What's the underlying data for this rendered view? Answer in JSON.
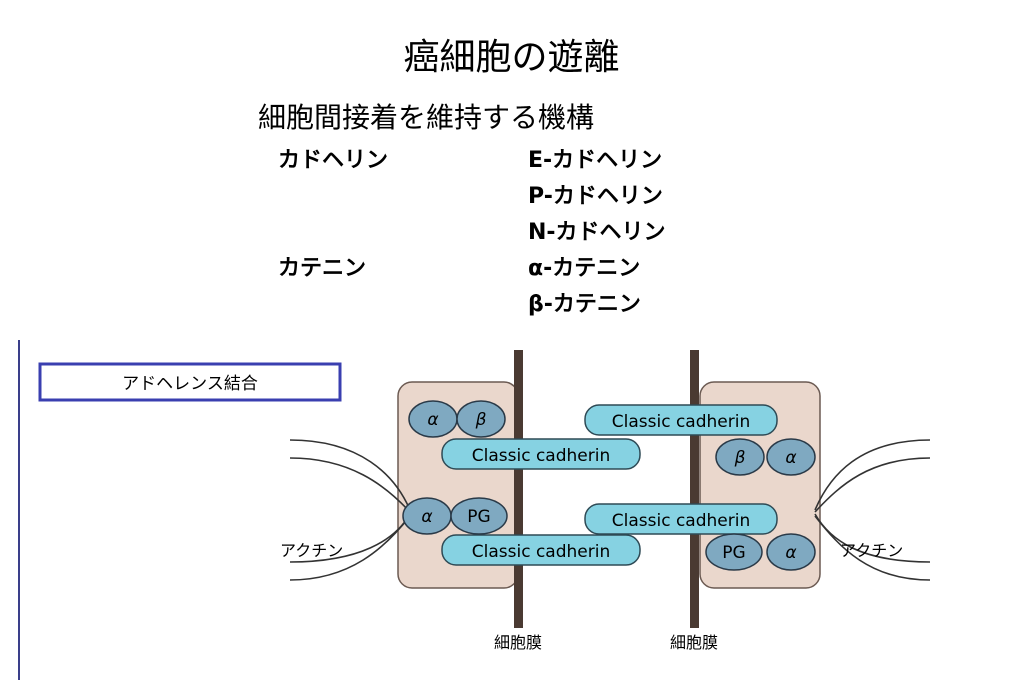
{
  "title": "癌細胞の遊離",
  "subtitle": "細胞間接着を維持する機構",
  "list": {
    "cadherin_group": "カドヘリン",
    "catenin_group": "カテニン",
    "items": [
      "E-カドヘリン",
      "P-カドヘリン",
      "N-カドヘリン",
      "α-カテニン",
      "β-カテニン"
    ]
  },
  "diagram": {
    "box_label": "アドヘレンス結合",
    "actin_left": "アクチン",
    "actin_right": "アクチン",
    "membrane_left": "細胞膜",
    "membrane_right": "細胞膜",
    "cadherin": "Classic cadherin",
    "alpha": "α",
    "beta": "β",
    "pg": "PG"
  },
  "colors": {
    "cadherin_fill": "#86d2e2",
    "protein_fill": "#7fa9c1",
    "cell_fill": "#ead7cc",
    "membrane": "#4a3a32",
    "label_box_border": "#3a3fb0"
  }
}
